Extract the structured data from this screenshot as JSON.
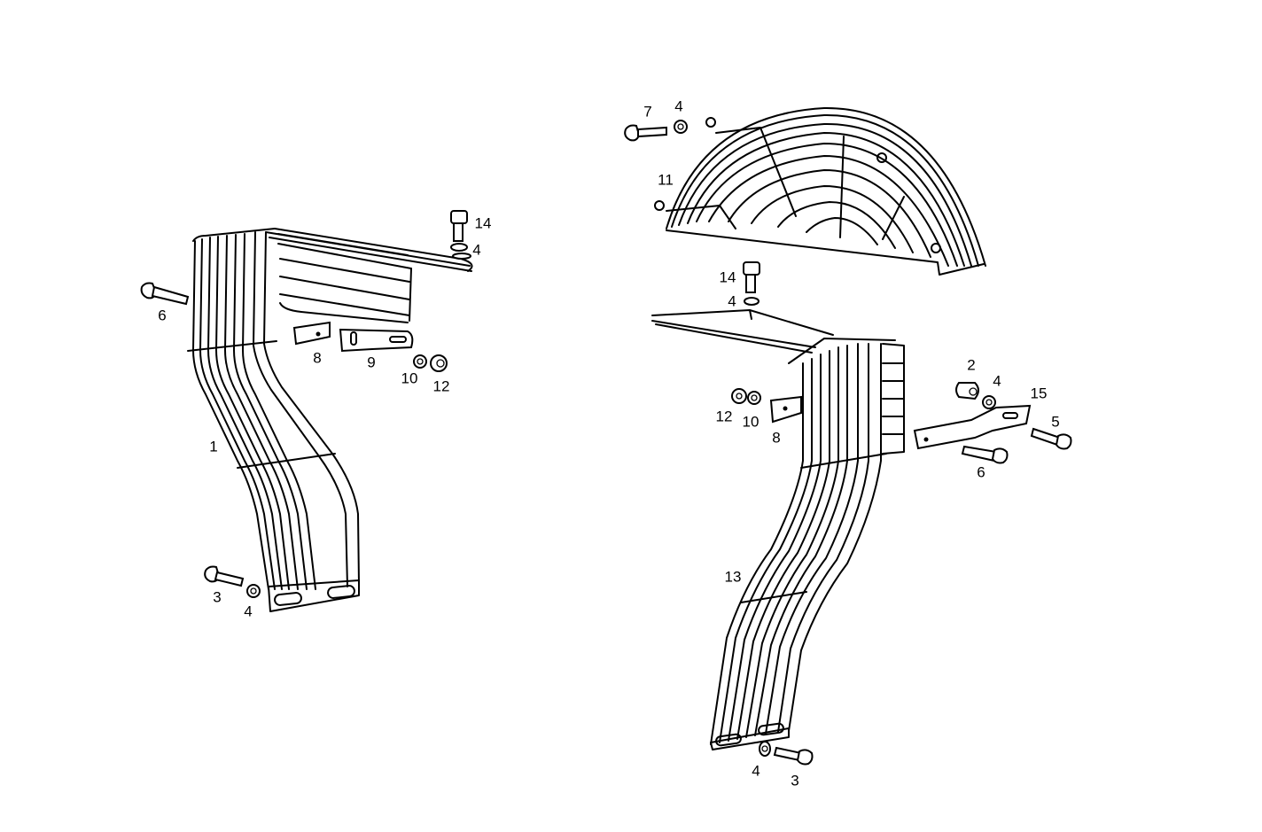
{
  "diagram": {
    "type": "exploded-parts-view",
    "background": "#ffffff",
    "line_color": "#000000",
    "assemblies": [
      {
        "id": "left-fender-bracket",
        "parts": [
          {
            "callout": "1",
            "part": "wire-fender-bracket"
          },
          {
            "callout": "3",
            "part": "bolt"
          },
          {
            "callout": "4",
            "part": "washer"
          },
          {
            "callout": "4",
            "part": "washer"
          },
          {
            "callout": "6",
            "part": "bolt"
          },
          {
            "callout": "8",
            "part": "clip"
          },
          {
            "callout": "9",
            "part": "bracket-plate"
          },
          {
            "callout": "10",
            "part": "washer"
          },
          {
            "callout": "12",
            "part": "nut"
          },
          {
            "callout": "14",
            "part": "bolt"
          }
        ]
      },
      {
        "id": "right-fender-assembly",
        "parts": [
          {
            "callout": "2",
            "part": "spacer"
          },
          {
            "callout": "3",
            "part": "bolt"
          },
          {
            "callout": "4",
            "part": "washer"
          },
          {
            "callout": "4",
            "part": "washer"
          },
          {
            "callout": "4",
            "part": "washer"
          },
          {
            "callout": "4",
            "part": "washer"
          },
          {
            "callout": "5",
            "part": "bolt"
          },
          {
            "callout": "6",
            "part": "bolt"
          },
          {
            "callout": "7",
            "part": "bolt"
          },
          {
            "callout": "8",
            "part": "clip"
          },
          {
            "callout": "10",
            "part": "washer"
          },
          {
            "callout": "11",
            "part": "wire-mudguard"
          },
          {
            "callout": "12",
            "part": "nut"
          },
          {
            "callout": "13",
            "part": "wire-fender-bracket"
          },
          {
            "callout": "14",
            "part": "bolt"
          },
          {
            "callout": "15",
            "part": "support-strap"
          }
        ]
      }
    ]
  },
  "labels": {
    "l1": "1",
    "l3": "3",
    "l4a": "4",
    "l4b": "4",
    "l6": "6",
    "l8": "8",
    "l9": "9",
    "l10": "10",
    "l12": "12",
    "l14": "14",
    "r7": "7",
    "r4a": "4",
    "r11": "11",
    "r14": "14",
    "r4b": "4",
    "r12": "12",
    "r10": "10",
    "r8": "8",
    "r2": "2",
    "r4c": "4",
    "r15": "15",
    "r5": "5",
    "r6": "6",
    "r13": "13",
    "r4d": "4",
    "r3": "3"
  }
}
